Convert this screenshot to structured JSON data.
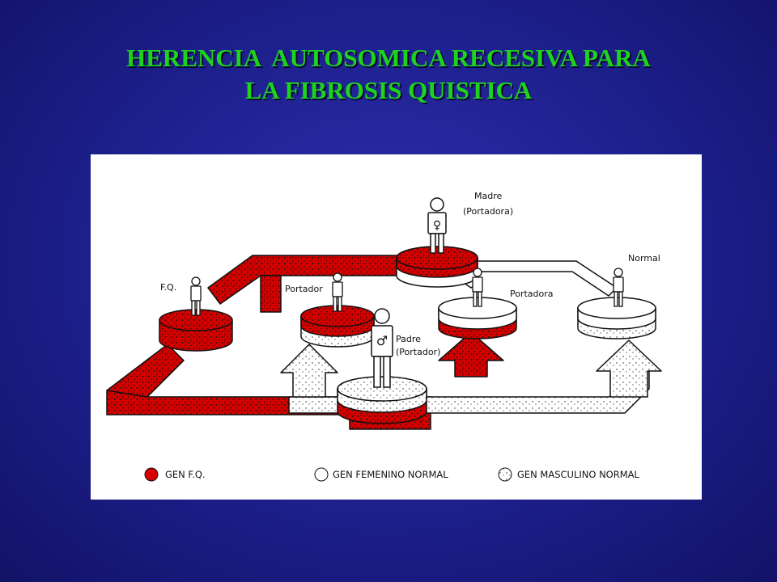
{
  "title": {
    "line1": "HERENCIA  AUTOSOMICA RECESIVA PARA",
    "line2": "LA FIBROSIS QUISTICA"
  },
  "diagram": {
    "labels": {
      "madre": "Madre",
      "madre_status": "(Portadora)",
      "padre": "Padre",
      "padre_status": "(Portador)",
      "fq": "F.Q.",
      "portador": "Portador",
      "portadora": "Portadora",
      "normal": "Normal",
      "female_symbol": "♀",
      "male_symbol": "♂"
    },
    "legend": [
      {
        "label": "GEN F.Q.",
        "symbol": "red-filled-circle"
      },
      {
        "label": "GEN FEMENINO NORMAL",
        "symbol": "white-circle"
      },
      {
        "label": "GEN MASCULINO NORMAL",
        "symbol": "dotted-circle"
      }
    ],
    "colors": {
      "fq_gene": "#d40000",
      "normal_gene": "#ffffff",
      "title": "#1ed31e",
      "background": "#1d1f8c"
    }
  }
}
